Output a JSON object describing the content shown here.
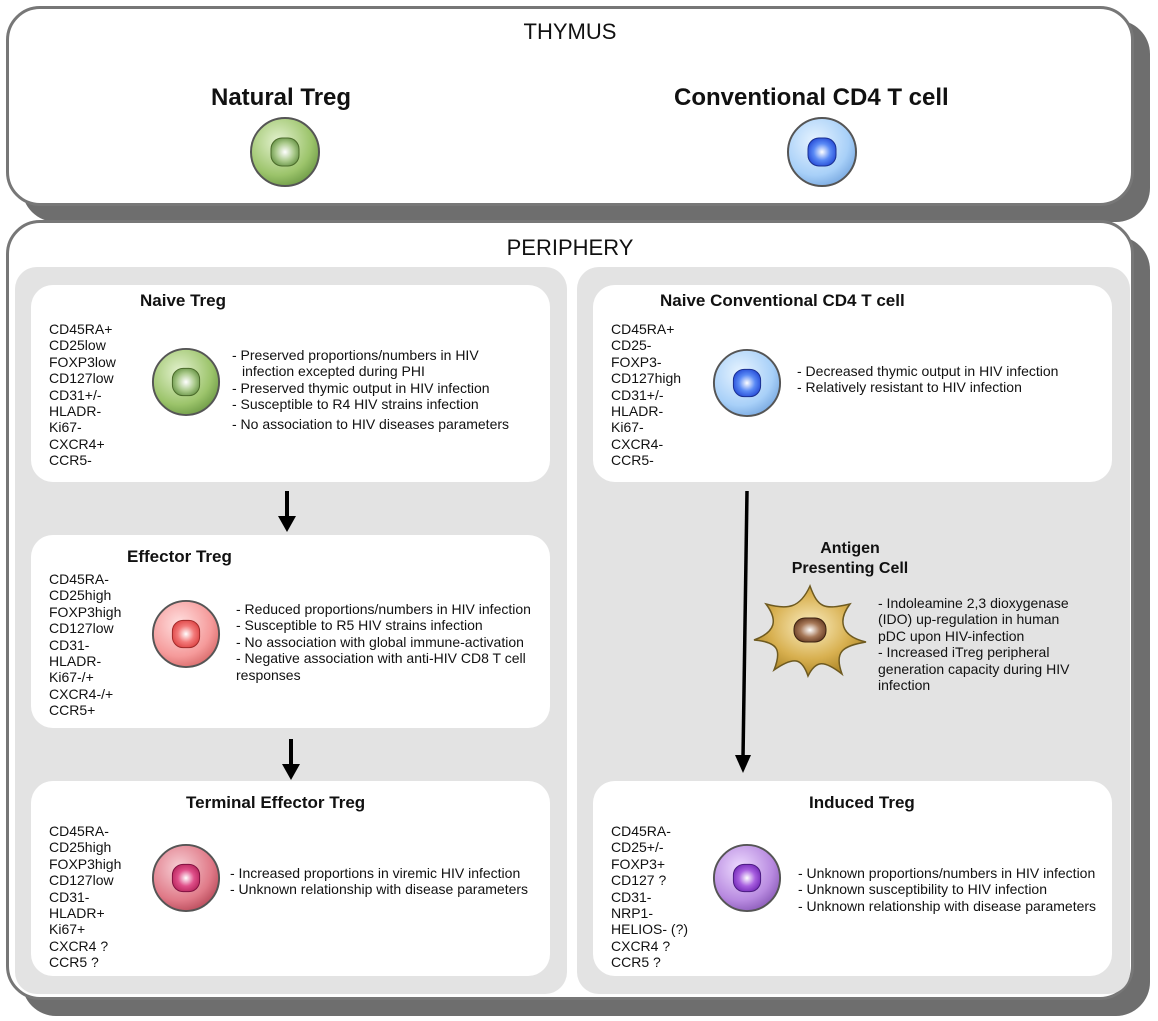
{
  "thymus": {
    "title": "THYMUS",
    "natural_treg": "Natural  Treg",
    "conventional": "Conventional CD4 T cell"
  },
  "periphery": {
    "title": "PERIPHERY",
    "naive_treg": {
      "title": "Naive Treg",
      "markers": [
        "CD45RA+",
        "CD25low",
        "FOXP3low",
        "CD127low",
        "CD31+/-",
        "HLADR-",
        "Ki67-",
        "CXCR4+",
        "CCR5-"
      ],
      "facts": [
        "- Preserved proportions/numbers in HIV",
        "infection excepted during PHI",
        "- Preserved  thymic output in HIV infection",
        "- Susceptible to R4 HIV strains infection",
        "- No association to HIV diseases parameters"
      ]
    },
    "effector_treg": {
      "title": "Effector Treg",
      "markers": [
        "CD45RA-",
        "CD25high",
        "FOXP3high",
        "CD127low",
        "CD31-",
        "HLADR-",
        "Ki67-/+",
        "CXCR4-/+",
        "CCR5+"
      ],
      "facts": [
        "- Reduced proportions/numbers in HIV infection",
        "- Susceptible to R5 HIV strains infection",
        "- No association with global immune-activation",
        "- Negative association with anti-HIV CD8 T cell",
        "responses"
      ]
    },
    "terminal_effector_treg": {
      "title": "Terminal Effector Treg",
      "markers": [
        "CD45RA-",
        "CD25high",
        "FOXP3high",
        "CD127low",
        "CD31-",
        "HLADR+",
        "Ki67+",
        "CXCR4 ?",
        "CCR5 ?"
      ],
      "facts": [
        "- Increased proportions in viremic HIV infection",
        "- Unknown relationship with disease parameters"
      ]
    },
    "naive_conv": {
      "title": "Naive Conventional CD4 T cell",
      "markers": [
        "CD45RA+",
        "CD25-",
        "FOXP3-",
        "CD127high",
        "CD31+/-",
        "HLADR-",
        "Ki67-",
        "CXCR4-",
        "CCR5-"
      ],
      "facts": [
        "- Decreased thymic output in HIV infection",
        "- Relatively resistant to HIV infection"
      ]
    },
    "apc": {
      "label_line1": "Antigen",
      "label_line2": "Presenting Cell",
      "facts": [
        "- Indoleamine 2,3 dioxygenase",
        "(IDO) up-regulation in human",
        "pDC upon HIV-infection",
        "- Increased iTreg peripheral",
        "generation capacity during HIV",
        "infection"
      ]
    },
    "induced_treg": {
      "title": "Induced Treg",
      "markers": [
        "CD45RA-",
        "CD25+/-",
        "FOXP3+",
        "CD127 ?",
        "CD31-",
        "NRP1-",
        "HELIOS- (?)",
        "CXCR4 ?",
        "CCR5 ?"
      ],
      "facts": [
        "- Unknown proportions/numbers in HIV infection",
        "- Unknown susceptibility to HIV infection",
        "- Unknown relationship with disease parameters"
      ]
    }
  },
  "colors": {
    "green": "#8bb85a",
    "blue": "#3d6ef0",
    "red": "#f06a6a",
    "crimson": "#d64a6e",
    "purple": "#9a52d0",
    "apc": "#c9a030"
  }
}
